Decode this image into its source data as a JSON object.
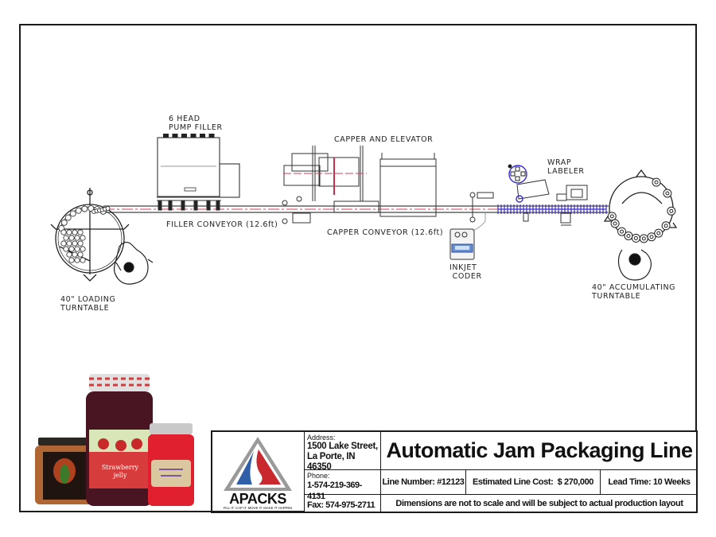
{
  "diagram": {
    "labels": {
      "filler": "6 HEAD\nPUMP FILLER",
      "capper": "CAPPER AND ELEVATOR",
      "labeler": "WRAP\nLABELER",
      "filler_conveyor": "FILLER CONVEYOR (12.6ft)",
      "capper_conveyor": "CAPPER CONVEYOR (12.6ft)",
      "coder": "INKJET\n CODER",
      "loading": "40\" LOADING\nTURNTABLE",
      "accumulating": "40\" ACCUMULATING\nTURNTABLE"
    },
    "colors": {
      "line": "#333333",
      "centerline": "#d0405a",
      "labeler_accent": "#3a2fd0"
    }
  },
  "title_block": {
    "company": {
      "name": "APACKS",
      "tagline": "FILL IT. CAP IT. MOVE IT. MAKE IT HAPPEN"
    },
    "address_label": "Address:",
    "address_line1": "1500 Lake Street,",
    "address_line2": "La Porte, IN 46350",
    "phone_label": "Phone:",
    "phone": "1-574-219-369-4131",
    "fax": "Fax: 574-975-2711",
    "title": "Automatic Jam Packaging Line",
    "line_number": "Line Number: #12123",
    "estimated_cost": "Estimated Line Cost:  $ 270,000",
    "lead_time": "Lead Time: 10 Weeks",
    "disclaimer": "Dimensions are not to scale and will be subject to actual production layout",
    "logo_colors": {
      "blue": "#2f5fa8",
      "red": "#c8282e",
      "grey": "#8a8a8a"
    }
  },
  "product_image": {
    "jar_labels": [
      "Strawberry\njelly"
    ]
  }
}
